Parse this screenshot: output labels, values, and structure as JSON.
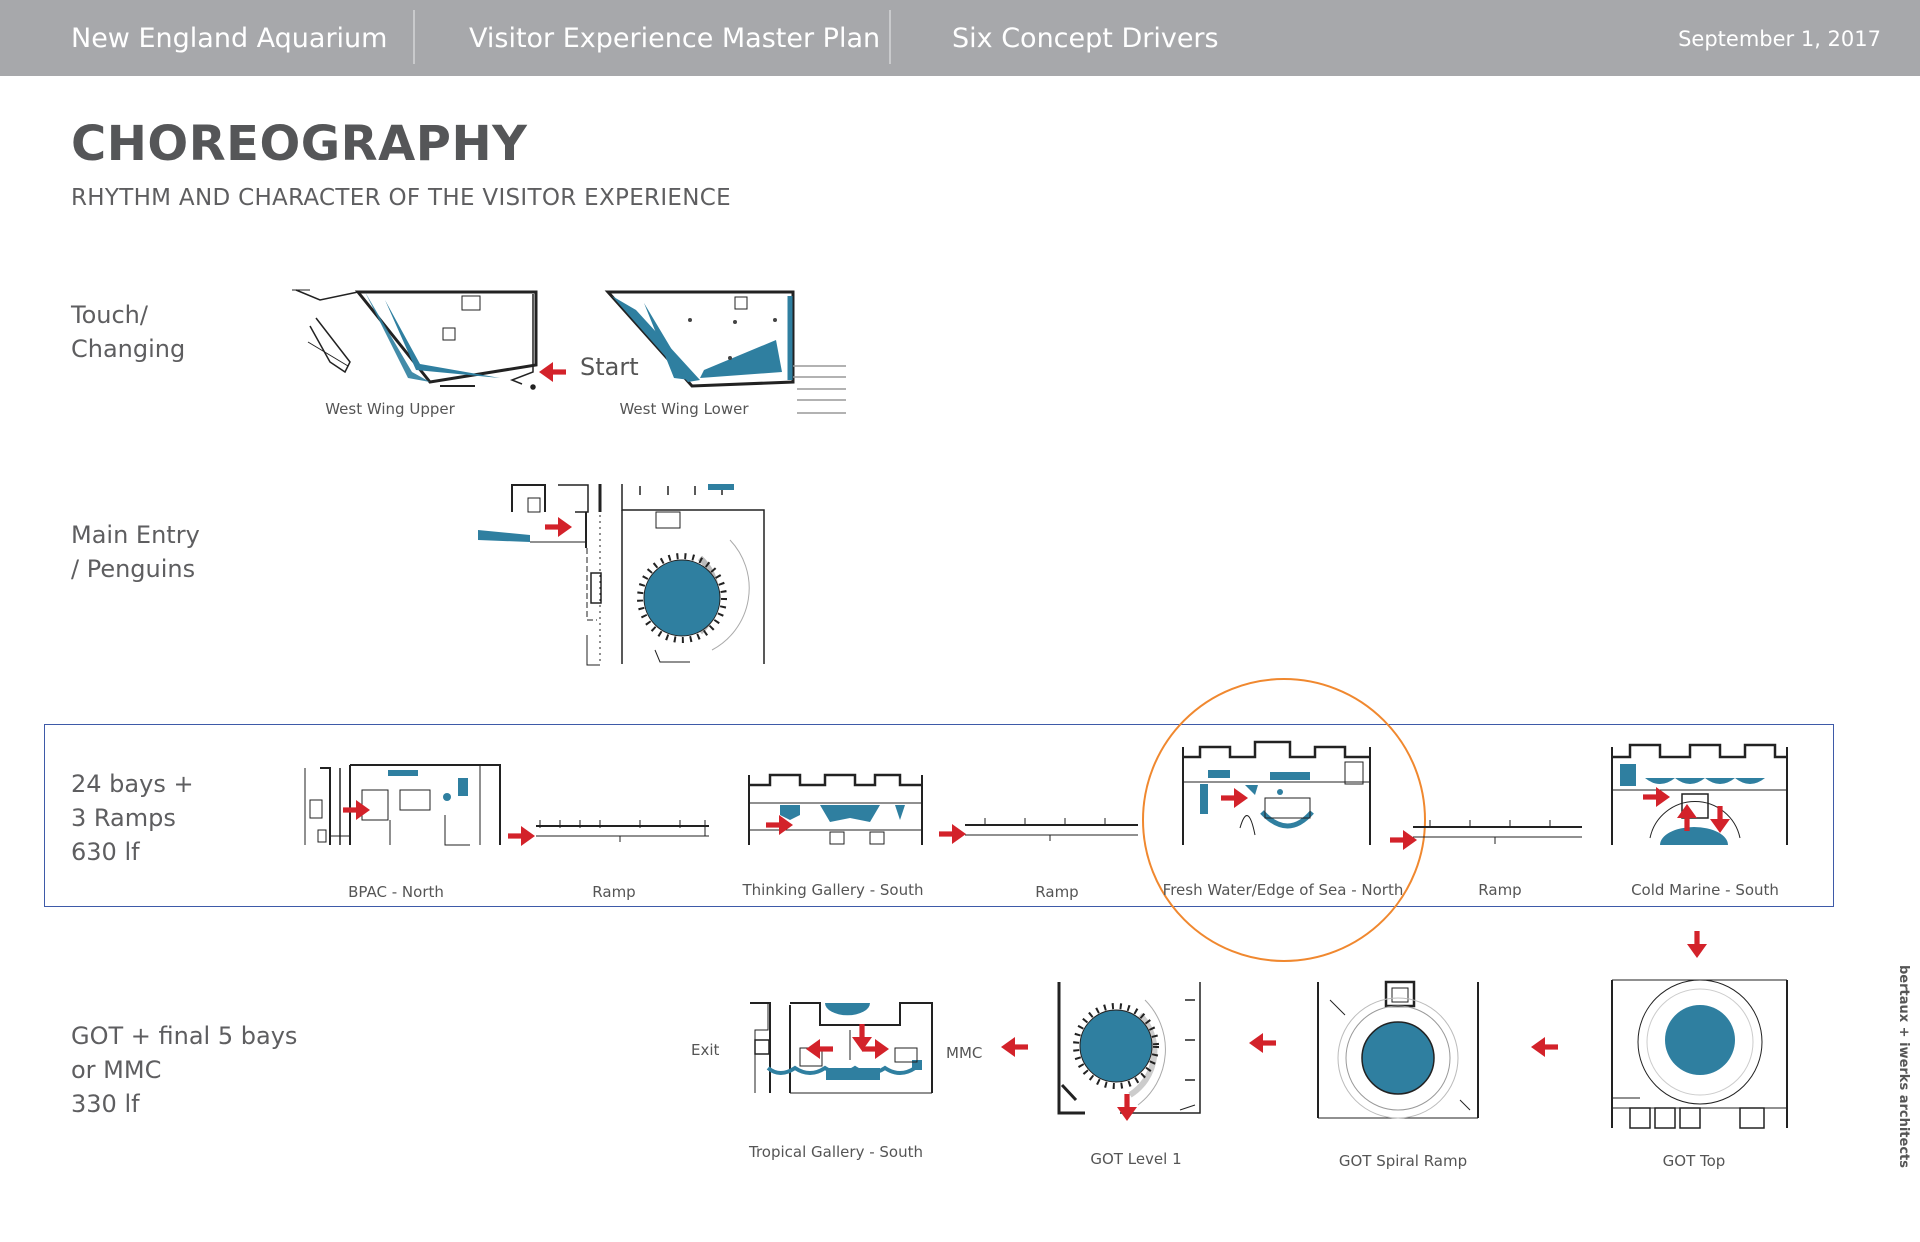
{
  "header": {
    "org": "New England Aquarium",
    "project": "Visitor Experience Master Plan",
    "section": "Six Concept Drivers",
    "date": "September 1, 2017"
  },
  "title": "CHOREOGRAPHY",
  "subtitle": "RHYTHM AND CHARACTER OF THE VISITOR EXPERIENCE",
  "rows": [
    {
      "label": "Touch/\nChanging"
    },
    {
      "label": "Main Entry\n/ Penguins"
    },
    {
      "label": "24 bays +\n3 Ramps\n630 lf"
    },
    {
      "label": "GOT + final 5 bays\nor MMC\n330 lf"
    }
  ],
  "row1": {
    "start_label": "Start",
    "plans": [
      "West Wing Upper",
      "West Wing Lower"
    ]
  },
  "row3": {
    "plans": [
      "BPAC - North",
      "Ramp",
      "Thinking Gallery - South",
      "Ramp",
      "Fresh Water/Edge of Sea - North",
      "Ramp",
      "Cold Marine - South"
    ]
  },
  "row4": {
    "exit_label": "Exit",
    "mmc_label": "MMC",
    "plans": [
      "Tropical Gallery - South",
      "GOT Level 1",
      "GOT Spiral Ramp",
      "GOT Top"
    ]
  },
  "credit": "bertaux + iwerks architects",
  "colors": {
    "header_bg": "#a7a8ab",
    "arrow": "#d3222a",
    "exhibit_fill": "#2f7fa0",
    "highlight_box": "#3e5aa8",
    "focus_circle": "#f0882f"
  }
}
